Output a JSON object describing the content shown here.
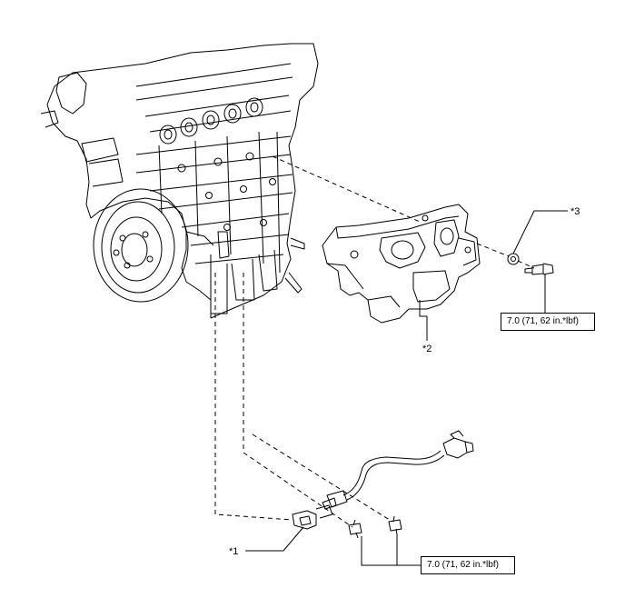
{
  "callouts": {
    "c1": "*1",
    "c2": "*2",
    "c3": "*3"
  },
  "torque": {
    "upper": "7.0 (71, 62 in.*lbf)",
    "lower": "7.0 (71, 62 in.*lbf)"
  }
}
